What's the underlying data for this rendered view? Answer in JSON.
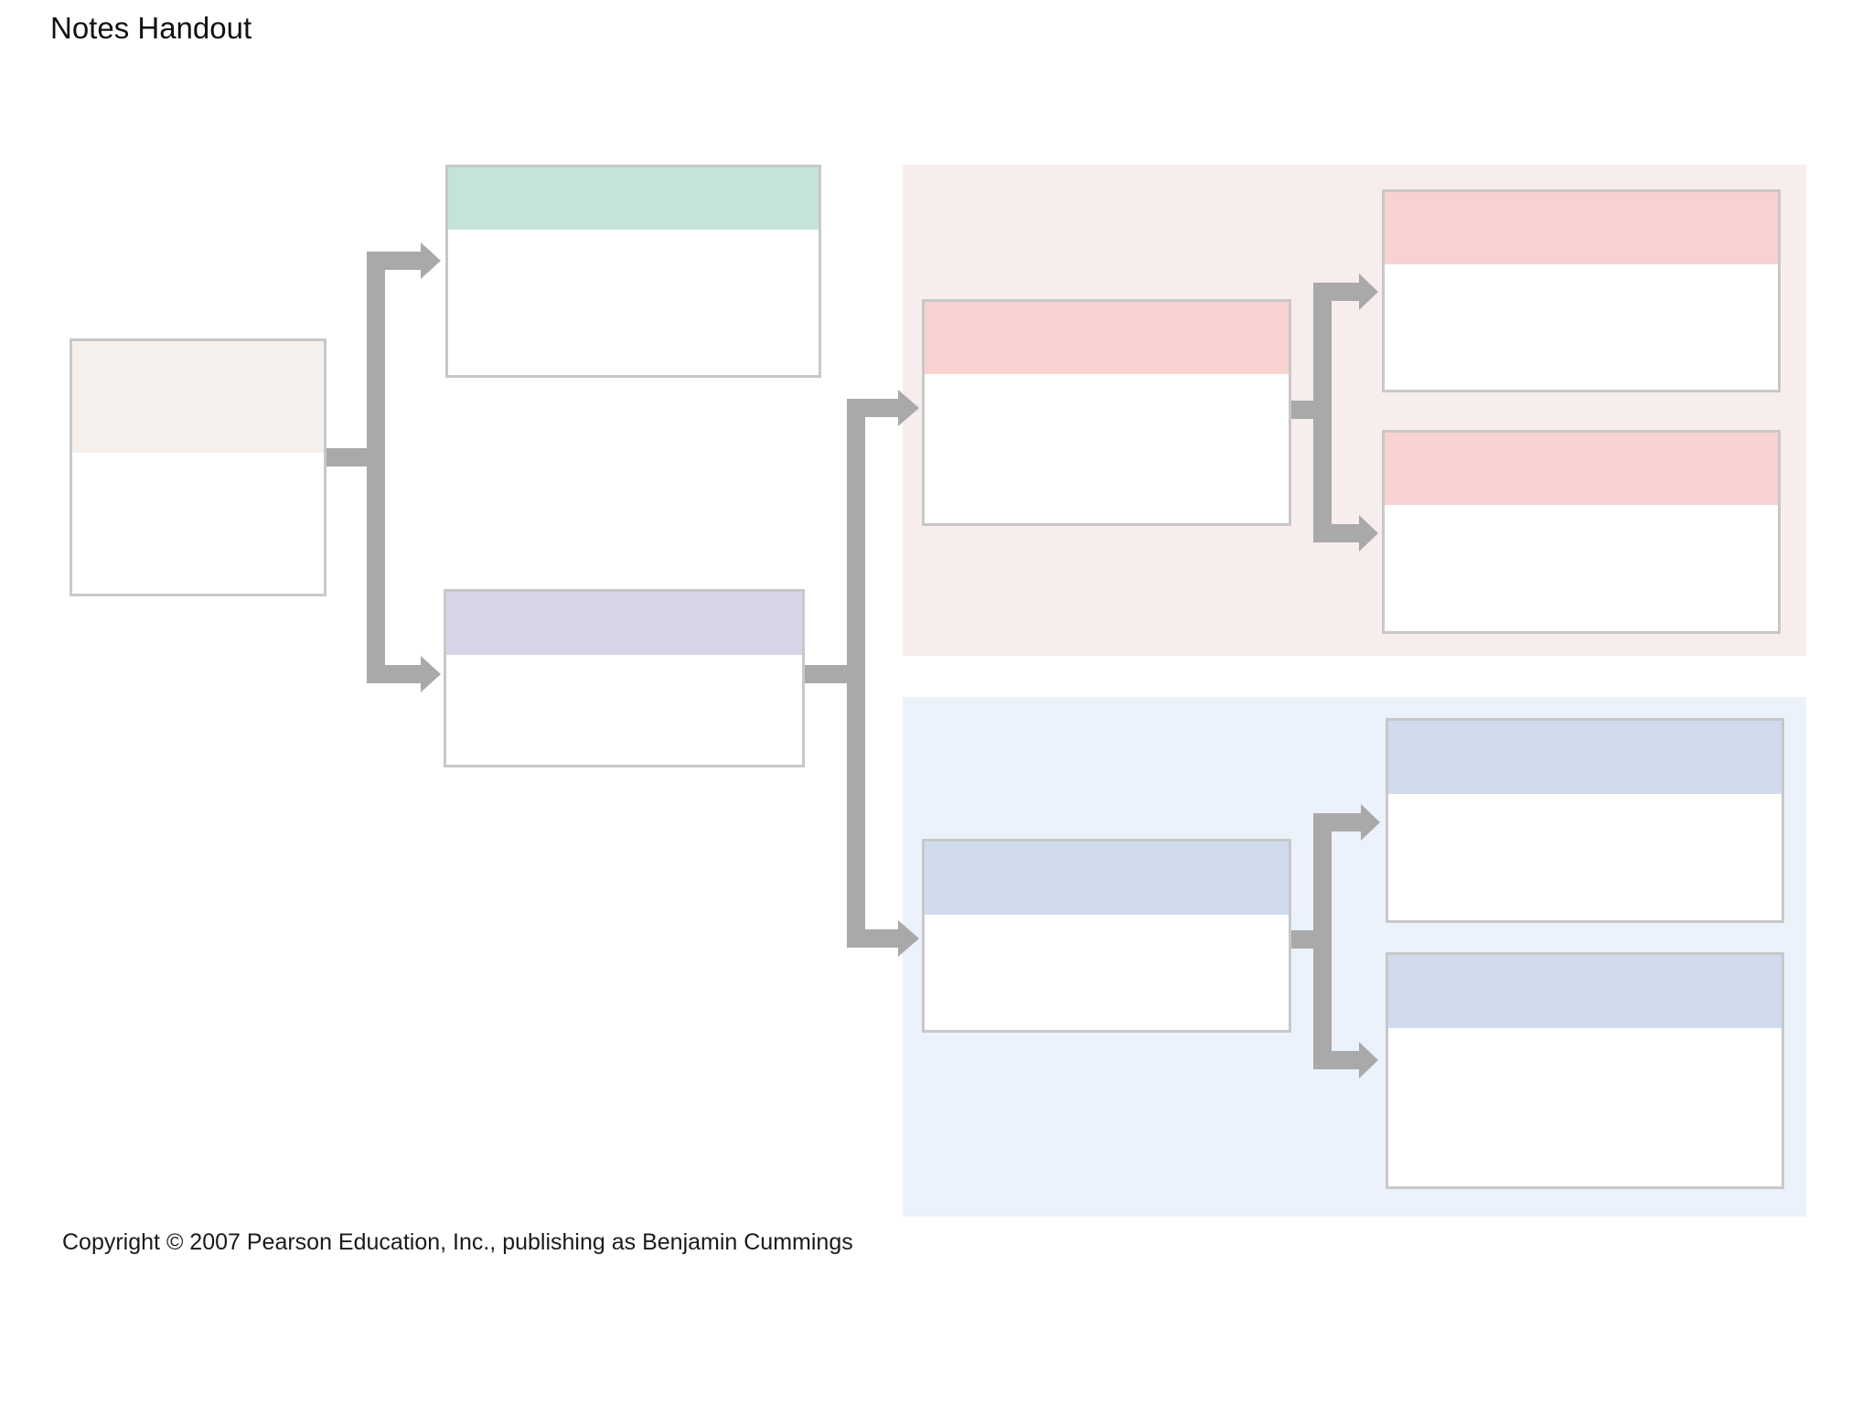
{
  "page": {
    "title": "Notes Handout",
    "copyright": "Copyright © 2007 Pearson Education, Inc., publishing as Benjamin Cummings"
  },
  "colors": {
    "connector": "#a9a9a9",
    "box_border": "#c8c8c8",
    "header_root": "#f6f0ec",
    "header_green": "#c6e3d8",
    "header_purple": "#d8d4e8",
    "header_red": "#f8d1d1",
    "header_blue": "#d0dcee",
    "region_upper": "#f8eded",
    "region_lower": "#ecf2fb"
  },
  "diagram": {
    "boxes": [
      {
        "id": "root",
        "header_color": "header_root"
      },
      {
        "id": "branch-top",
        "header_color": "header_green"
      },
      {
        "id": "branch-bottom",
        "header_color": "header_purple"
      },
      {
        "id": "mid-upper",
        "header_color": "header_red"
      },
      {
        "id": "leaf-upper-1",
        "header_color": "header_red"
      },
      {
        "id": "leaf-upper-2",
        "header_color": "header_red"
      },
      {
        "id": "mid-lower",
        "header_color": "header_blue"
      },
      {
        "id": "leaf-lower-1",
        "header_color": "header_blue"
      },
      {
        "id": "leaf-lower-2",
        "header_color": "header_blue"
      }
    ]
  }
}
